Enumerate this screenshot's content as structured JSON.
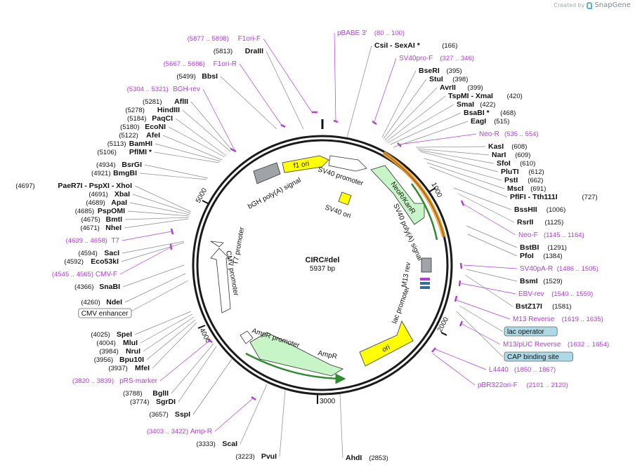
{
  "credit": {
    "prefix": "Created by",
    "brand": "SnapGene"
  },
  "map": {
    "name": "CIRC#del",
    "size_label": "5937 bp",
    "length": 5937,
    "ticks": [
      "1000",
      "2000",
      "3000",
      "4000",
      "5000"
    ]
  },
  "colors": {
    "primer": "#b43cdc",
    "ori": "#ffff00",
    "promoter": "#ffffff",
    "neo": "#c8f5c8",
    "orange": "#f0a030",
    "green": "#2e8b2e",
    "grey_feature": "#a0a4a8",
    "boxed": "#add8e6"
  },
  "labels": [
    {
      "pos": "(5877 .. 5898)",
      "name": "F1ori-F",
      "kind": "primer"
    },
    {
      "pos": "(5813)",
      "name": "DraIII",
      "kind": "site"
    },
    {
      "pos": "(5667 .. 5686)",
      "name": "F1ori-R",
      "kind": "primer"
    },
    {
      "pos": "(5499)",
      "name": "BbsI",
      "kind": "site"
    },
    {
      "pos": "(5304 .. 5321)",
      "name": "BGH-rev",
      "kind": "primer"
    },
    {
      "pos": "(5281)",
      "name": "AflII",
      "kind": "site"
    },
    {
      "pos": "(5278)",
      "name": "HindIII",
      "kind": "site"
    },
    {
      "pos": "(5184)",
      "name": "PaqCI",
      "kind": "site"
    },
    {
      "pos": "(5180)",
      "name": "EcoNI",
      "kind": "site"
    },
    {
      "pos": "(5122)",
      "name": "AfeI",
      "kind": "site"
    },
    {
      "pos": "(5113)",
      "name": "BamHI",
      "kind": "site"
    },
    {
      "pos": "(5106)",
      "name": "PflMI *",
      "kind": "site"
    },
    {
      "pos": "(4934)",
      "name": "BsrGI",
      "kind": "site"
    },
    {
      "pos": "(4921)",
      "name": "BmgBI",
      "kind": "site"
    },
    {
      "pos": "(4697)",
      "name": "PaeR7I - PspXI - XhoI",
      "kind": "site"
    },
    {
      "pos": "(4691)",
      "name": "XbaI",
      "kind": "site"
    },
    {
      "pos": "(4689)",
      "name": "ApaI",
      "kind": "site"
    },
    {
      "pos": "(4685)",
      "name": "PspOMI",
      "kind": "site"
    },
    {
      "pos": "(4675)",
      "name": "BmtI",
      "kind": "site"
    },
    {
      "pos": "(4671)",
      "name": "NheI",
      "kind": "site"
    },
    {
      "pos": "(4639 .. 4658)",
      "name": "T7",
      "kind": "primer"
    },
    {
      "pos": "(4594)",
      "name": "SacI",
      "kind": "site"
    },
    {
      "pos": "(4592)",
      "name": "Eco53kI",
      "kind": "site"
    },
    {
      "pos": "(4545 .. 4565)",
      "name": "CMV-F",
      "kind": "primer"
    },
    {
      "pos": "(4366)",
      "name": "SnaBI",
      "kind": "site"
    },
    {
      "pos": "(4260)",
      "name": "NdeI",
      "kind": "site"
    },
    {
      "pos": "",
      "name": "CMV enhancer",
      "kind": "boxed-white"
    },
    {
      "pos": "(4025)",
      "name": "SpeI",
      "kind": "site"
    },
    {
      "pos": "(4004)",
      "name": "MluI",
      "kind": "site"
    },
    {
      "pos": "(3984)",
      "name": "NruI",
      "kind": "site"
    },
    {
      "pos": "(3956)",
      "name": "Bpu10I",
      "kind": "site"
    },
    {
      "pos": "(3937)",
      "name": "MfeI",
      "kind": "site"
    },
    {
      "pos": "(3820 .. 3839)",
      "name": "pRS-marker",
      "kind": "primer"
    },
    {
      "pos": "(3788)",
      "name": "BglII",
      "kind": "site"
    },
    {
      "pos": "(3774)",
      "name": "SgrDI",
      "kind": "site"
    },
    {
      "pos": "(3657)",
      "name": "SspI",
      "kind": "site"
    },
    {
      "pos": "(3403 .. 3422)",
      "name": "Amp-R",
      "kind": "primer"
    },
    {
      "pos": "(3333)",
      "name": "ScaI",
      "kind": "site"
    },
    {
      "pos": "(3223)",
      "name": "PvuI",
      "kind": "site"
    },
    {
      "pos": "(2853)",
      "name": "AhdI",
      "kind": "site"
    },
    {
      "pos": "(80 .. 100)",
      "name": "pBABE 3'",
      "kind": "primer"
    },
    {
      "pos": "(166)",
      "name": "CsiI - SexAI *",
      "kind": "site"
    },
    {
      "pos": "(327 .. 346)",
      "name": "SV40pro-F",
      "kind": "primer"
    },
    {
      "pos": "(395)",
      "name": "BseRI",
      "kind": "site"
    },
    {
      "pos": "(398)",
      "name": "StuI",
      "kind": "site"
    },
    {
      "pos": "(399)",
      "name": "AvrII",
      "kind": "site"
    },
    {
      "pos": "(420)",
      "name": "TspMI - XmaI",
      "kind": "site"
    },
    {
      "pos": "(422)",
      "name": "SmaI",
      "kind": "site"
    },
    {
      "pos": "(468)",
      "name": "BsaBI *",
      "kind": "site"
    },
    {
      "pos": "(515)",
      "name": "EagI",
      "kind": "site"
    },
    {
      "pos": "(535 .. 554)",
      "name": "Neo-R",
      "kind": "primer"
    },
    {
      "pos": "(608)",
      "name": "KasI",
      "kind": "site"
    },
    {
      "pos": "(609)",
      "name": "NarI",
      "kind": "site"
    },
    {
      "pos": "(610)",
      "name": "SfoI",
      "kind": "site"
    },
    {
      "pos": "(612)",
      "name": "PluTI",
      "kind": "site"
    },
    {
      "pos": "(662)",
      "name": "PstI",
      "kind": "site"
    },
    {
      "pos": "(691)",
      "name": "MscI",
      "kind": "site"
    },
    {
      "pos": "(727)",
      "name": "PflFI - Tth111I",
      "kind": "site"
    },
    {
      "pos": "(1006)",
      "name": "BssHII",
      "kind": "site"
    },
    {
      "pos": "(1125)",
      "name": "RsrII",
      "kind": "site"
    },
    {
      "pos": "(1145 .. 1164)",
      "name": "Neo-F",
      "kind": "primer"
    },
    {
      "pos": "(1291)",
      "name": "BstBI",
      "kind": "site"
    },
    {
      "pos": "(1384)",
      "name": "PfoI",
      "kind": "site"
    },
    {
      "pos": "(1486 .. 1505)",
      "name": "SV40pA-R",
      "kind": "primer"
    },
    {
      "pos": "(1529)",
      "name": "BsmI",
      "kind": "site"
    },
    {
      "pos": "(1540 .. 1559)",
      "name": "EBV-rev",
      "kind": "primer"
    },
    {
      "pos": "(1581)",
      "name": "BstZ17I",
      "kind": "site"
    },
    {
      "pos": "(1619 .. 1635)",
      "name": "M13 Reverse",
      "kind": "primer"
    },
    {
      "pos": "",
      "name": "lac operator",
      "kind": "boxed-blue"
    },
    {
      "pos": "(1632 .. 1654)",
      "name": "M13/pUC Reverse",
      "kind": "primer"
    },
    {
      "pos": "",
      "name": "CAP binding site",
      "kind": "boxed-blue"
    },
    {
      "pos": "(1850 .. 1867)",
      "name": "L4440",
      "kind": "primer"
    },
    {
      "pos": "(2101 .. 2120)",
      "name": "pBR322ori-F",
      "kind": "primer"
    }
  ],
  "features": [
    {
      "name": "f1 ori",
      "color": "ori"
    },
    {
      "name": "SV40 promoter",
      "color": "promoter"
    },
    {
      "name": "NeoR/KanR",
      "color": "neo"
    },
    {
      "name": "SV40 poly(A) signal",
      "color": "grey_feature"
    },
    {
      "name": "SV40 ori",
      "color": "ori"
    },
    {
      "name": "bGH poly(A) signal",
      "color": "grey_feature"
    },
    {
      "name": "T7 promoter",
      "color": "promoter"
    },
    {
      "name": "CMV promoter",
      "color": "promoter"
    },
    {
      "name": "M13 rev",
      "color": "grey_feature"
    },
    {
      "name": "lac promoter",
      "color": "promoter"
    },
    {
      "name": "ori",
      "color": "ori"
    },
    {
      "name": "AmpR promoter",
      "color": "promoter"
    },
    {
      "name": "AmpR",
      "color": "neo"
    }
  ]
}
